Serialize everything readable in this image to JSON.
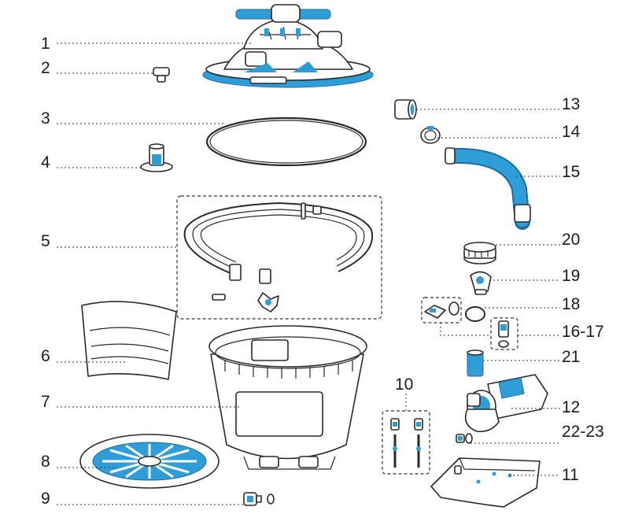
{
  "colors": {
    "accent": "#2f9ed8",
    "outline": "#2a2a2a",
    "background": "#ffffff"
  },
  "parts": {
    "p1": "1",
    "p2": "2",
    "p3": "3",
    "p4": "4",
    "p5": "5",
    "p6": "6",
    "p7": "7",
    "p8": "8",
    "p9": "9",
    "p10": "10",
    "p11": "11",
    "p12": "12",
    "p13": "13",
    "p14": "14",
    "p15": "15",
    "p16_17": "16-17",
    "p18": "18",
    "p19": "19",
    "p20": "20",
    "p21": "21",
    "p22_23": "22-23"
  }
}
